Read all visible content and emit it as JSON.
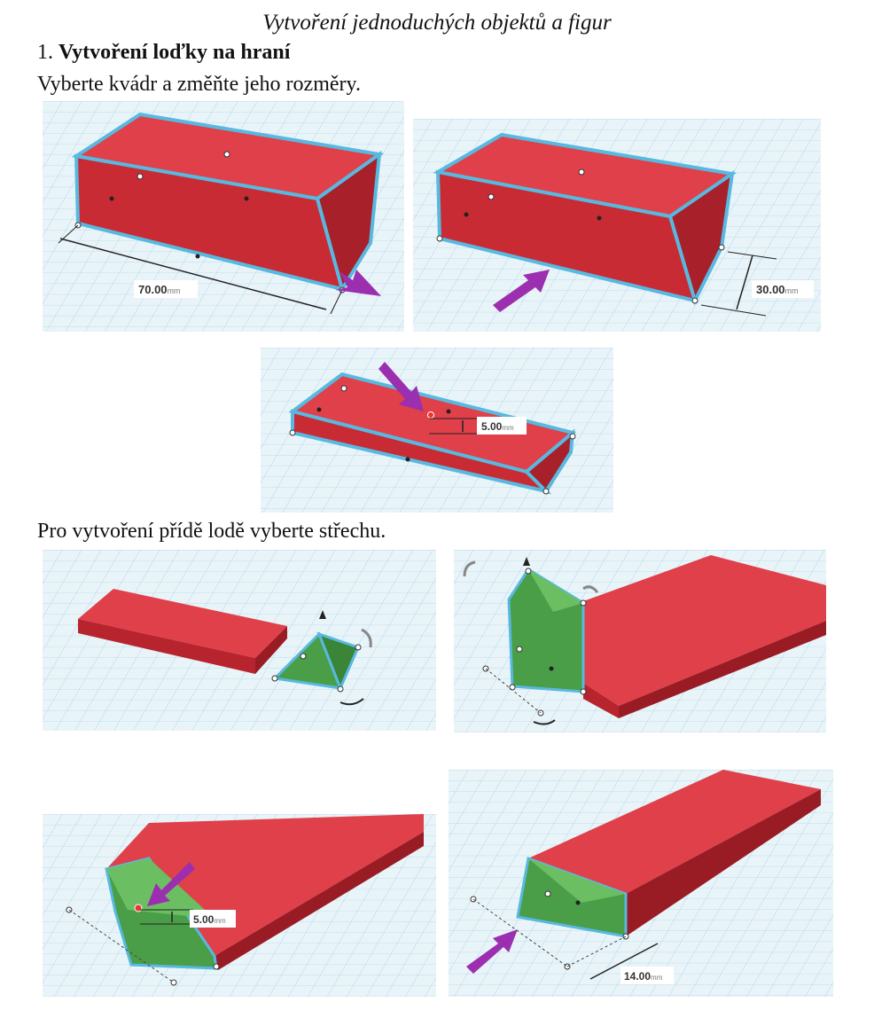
{
  "doc": {
    "title": "Vytvoření jednoduchých objektů a figur",
    "section_number": "1.",
    "section_title": "Vytvoření loďky na hraní",
    "para1": "Vyberte kvádr a změňte jeho rozměry.",
    "para2": "Pro vytvoření přídě lodě vyberte střechu."
  },
  "figures": {
    "fig1": {
      "value": "70.00",
      "unit": "mm"
    },
    "fig2": {
      "value": "30.00",
      "unit": "mm"
    },
    "fig3": {
      "value": "5.00",
      "unit": "mm"
    },
    "fig6": {
      "value": "5.00",
      "unit": "mm"
    },
    "fig7": {
      "value": "14.00",
      "unit": "mm"
    }
  },
  "colors": {
    "box_red": "#d8323c",
    "roof_green": "#4a9e48",
    "arrow_purple": "#9b2fb0",
    "grid_blue": "#cfe8f2",
    "outline_cyan": "#58b9e0"
  }
}
